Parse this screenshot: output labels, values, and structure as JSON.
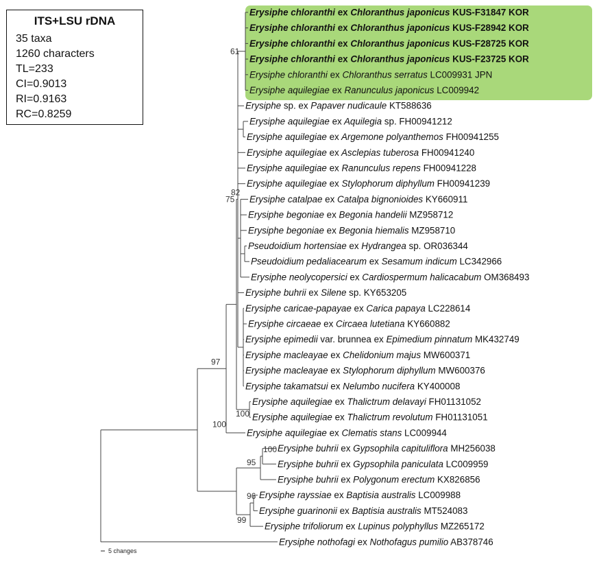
{
  "info_box": {
    "title": "ITS+LSU rDNA",
    "lines": [
      "35 taxa",
      "1260 characters",
      "TL=233",
      "CI=0.9013",
      "RI=0.9163",
      "RC=0.8259"
    ]
  },
  "colors": {
    "highlight": "#a9d87a",
    "branch": "#444444"
  },
  "tree": {
    "tips": [
      {
        "s": "Erysiphe chloranthi",
        "m": "ex",
        "h": "Chloranthus japonicus",
        "v": "KUS-F31847 KOR",
        "hl": true
      },
      {
        "s": "Erysiphe chloranthi",
        "m": "ex",
        "h": "Chloranthus japonicus",
        "v": "KUS-F28942 KOR",
        "hl": true
      },
      {
        "s": "Erysiphe chloranthi",
        "m": "ex",
        "h": "Chloranthus japonicus",
        "v": "KUS-F28725 KOR",
        "hl": true
      },
      {
        "s": "Erysiphe chloranthi",
        "m": "ex",
        "h": "Chloranthus japonicus",
        "v": "KUS-F23725 KOR",
        "hl": true
      },
      {
        "s": "Erysiphe chloranthi",
        "m": "ex",
        "h": "Chloranthus serratus",
        "v": "LC009931 JPN",
        "hl": false
      },
      {
        "s": "Erysiphe aquilegiae",
        "m": "ex",
        "h": "Ranunculus japonicus",
        "v": "LC009942",
        "hl": false
      },
      {
        "s": "Erysiphe",
        "m": "sp. ex",
        "h": "Papaver nudicaule",
        "v": "KT588636",
        "hl": false
      },
      {
        "s": "Erysiphe aquilegiae",
        "m": "ex",
        "h": "Aquilegia",
        "v": "sp. FH00941212",
        "hl": false
      },
      {
        "s": "Erysiphe aquilegiae",
        "m": "ex",
        "h": "Argemone polyanthemos",
        "v": "FH00941255",
        "hl": false
      },
      {
        "s": "Erysiphe aquilegiae",
        "m": "ex",
        "h": "Asclepias tuberosa",
        "v": "FH00941240",
        "hl": false
      },
      {
        "s": "Erysiphe aquilegiae",
        "m": "ex",
        "h": "Ranunculus repens",
        "v": "FH00941228",
        "hl": false
      },
      {
        "s": "Erysiphe aquilegiae",
        "m": "ex",
        "h": "Stylophorum diphyllum",
        "v": "FH00941239",
        "hl": false
      },
      {
        "s": "Erysiphe catalpae",
        "m": "ex",
        "h": "Catalpa bignonioides",
        "v": "KY660911",
        "hl": false
      },
      {
        "s": "Erysiphe begoniae",
        "m": "ex",
        "h": "Begonia handelii",
        "v": "MZ958712",
        "hl": false
      },
      {
        "s": "Erysiphe begoniae",
        "m": "ex",
        "h": "Begonia hiemalis",
        "v": "MZ958710",
        "hl": false
      },
      {
        "s": "Pseudoidium hortensiae",
        "m": "ex",
        "h": "Hydrangea",
        "v": "sp. OR036344",
        "hl": false
      },
      {
        "s": "Pseudoidium pedaliacearum",
        "m": "ex",
        "h": "Sesamum indicum",
        "v": "LC342966",
        "hl": false
      },
      {
        "s": "Erysiphe neolycopersici",
        "m": "ex",
        "h": "Cardiospermum halicacabum",
        "v": "OM368493",
        "hl": false
      },
      {
        "s": "Erysiphe buhrii",
        "m": "ex",
        "h": "Silene",
        "v": "sp. KY653205",
        "hl": false
      },
      {
        "s": "Erysiphe caricae-papayae",
        "m": "ex",
        "h": "Carica papaya",
        "v": "LC228614",
        "hl": false
      },
      {
        "s": "Erysiphe circaeae",
        "m": "ex",
        "h": "Circaea lutetiana",
        "v": "KY660882",
        "hl": false
      },
      {
        "s": "Erysiphe epimedii",
        "m": "var. brunnea ex",
        "h": "Epimedium pinnatum",
        "v": "MK432749",
        "hl": false
      },
      {
        "s": "Erysiphe macleayae",
        "m": "ex",
        "h": "Chelidonium majus",
        "v": "MW600371",
        "hl": false
      },
      {
        "s": "Erysiphe macleayae",
        "m": "ex",
        "h": "Stylophorum diphyllum",
        "v": "MW600376",
        "hl": false
      },
      {
        "s": "Erysiphe takamatsui",
        "m": "ex",
        "h": "Nelumbo nucifera",
        "v": "KY400008",
        "hl": false
      },
      {
        "s": "Erysiphe aquilegiae",
        "m": "ex",
        "h": "Thalictrum delavayi",
        "v": "FH01131052",
        "hl": false
      },
      {
        "s": "Erysiphe aquilegiae",
        "m": "ex",
        "h": "Thalictrum revolutum",
        "v": "FH01131051",
        "hl": false
      },
      {
        "s": "Erysiphe aquilegiae",
        "m": "ex",
        "h": "Clematis stans",
        "v": "LC009944",
        "hl": false
      },
      {
        "s": "Erysiphe buhrii",
        "m": "ex",
        "h": "Gypsophila capituliflora",
        "v": "MH256038",
        "hl": false
      },
      {
        "s": "Erysiphe buhrii",
        "m": "ex",
        "h": "Gypsophila paniculata",
        "v": "LC009959",
        "hl": false
      },
      {
        "s": "Erysiphe buhrii",
        "m": "ex",
        "h": "Polygonum erectum",
        "v": "KX826856",
        "hl": false
      },
      {
        "s": "Erysiphe rayssiae",
        "m": "ex",
        "h": "Baptisia australis",
        "v": "LC009988",
        "hl": false
      },
      {
        "s": "Erysiphe guarinonii",
        "m": "ex",
        "h": "Baptisia australis",
        "v": "MT524083",
        "hl": false
      },
      {
        "s": "Erysiphe trifoliorum",
        "m": "ex",
        "h": "Lupinus polyphyllus",
        "v": "MZ265172",
        "hl": false
      },
      {
        "s": "Erysiphe nothofagi",
        "m": "ex",
        "h": "Nothofagus pumilio",
        "v": "AB378746",
        "hl": false
      }
    ],
    "support_values": [
      "61",
      "82",
      "75",
      "97",
      "100",
      "100",
      "95",
      "100",
      "96",
      "99"
    ],
    "scale_label": "5 changes"
  }
}
